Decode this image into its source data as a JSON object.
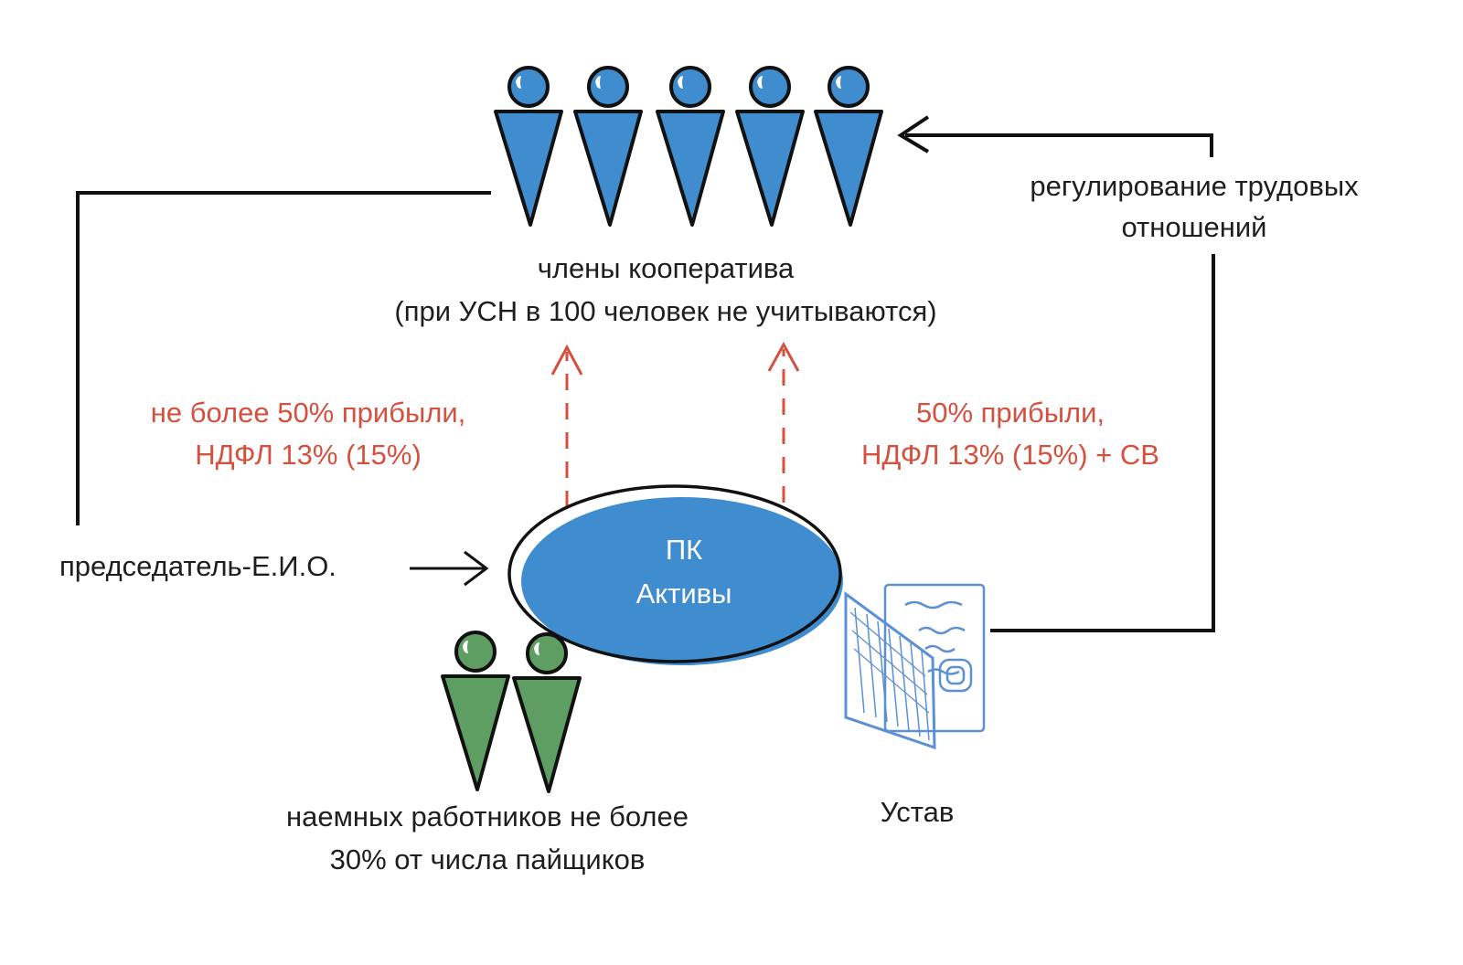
{
  "members": {
    "label_line1": "члены кооператива",
    "label_line2": "(при УСН в 100 человек не учитываются)",
    "count": 5
  },
  "cooperative": {
    "title": "ПК",
    "subtitle": "Активы"
  },
  "chairman": {
    "label": "председатель-Е.И.О."
  },
  "profit_left": {
    "line1": "не более 50% прибыли,",
    "line2": "НДФЛ 13% (15%)"
  },
  "profit_right": {
    "line1": "50% прибыли,",
    "line2": "НДФЛ 13% (15%) + СВ"
  },
  "labor": {
    "line1": "регулирование трудовых",
    "line2": "отношений"
  },
  "employees": {
    "line1": "наемных работников не более",
    "line2": "30% от числа пайщиков",
    "count": 2
  },
  "charter": {
    "label": "Устав"
  },
  "colors": {
    "member_blue": "#3f8ccf",
    "employee_green": "#5e9e62",
    "profit_red": "#d4503f",
    "charter_blue": "#5b8fd6"
  }
}
